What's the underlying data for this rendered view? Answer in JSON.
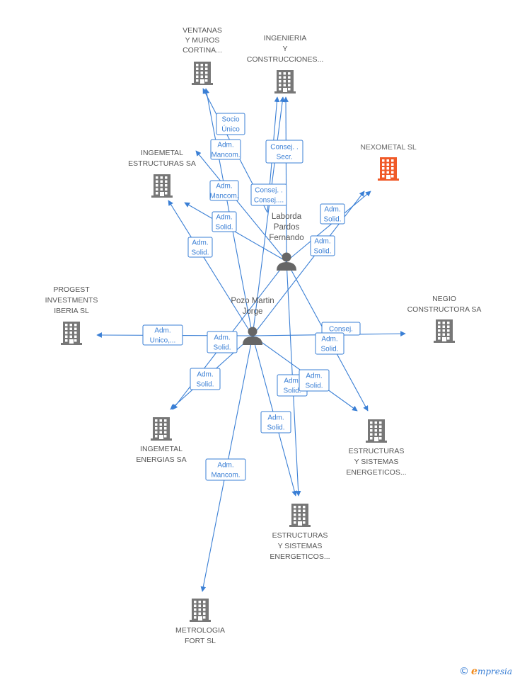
{
  "colors": {
    "edge": "#3a7fd5",
    "company": "#777777",
    "highlight": "#f05a28",
    "person": "#666666"
  },
  "companies": [
    {
      "id": "ventanas",
      "lines": [
        "VENTANAS",
        "Y MUROS",
        "CORTINA..."
      ],
      "icon": "building-icon",
      "highlight": false
    },
    {
      "id": "ingenieria",
      "lines": [
        "INGENIERIA",
        "Y",
        "CONSTRUCCIONES..."
      ],
      "icon": "building-icon",
      "highlight": false
    },
    {
      "id": "nexometal",
      "lines": [
        "NEXOMETAL SL"
      ],
      "icon": "building-icon",
      "highlight": true
    },
    {
      "id": "ingemetal_est",
      "lines": [
        "INGEMETAL",
        "ESTRUCTURAS SA"
      ],
      "icon": "building-icon",
      "highlight": false
    },
    {
      "id": "progest",
      "lines": [
        "PROGEST",
        "INVESTMENTS",
        "IBERIA SL"
      ],
      "icon": "building-icon",
      "highlight": false
    },
    {
      "id": "negio",
      "lines": [
        "NEGIO",
        "CONSTRUCTORA SA"
      ],
      "icon": "building-icon",
      "highlight": false
    },
    {
      "id": "ingemetal_ene",
      "lines": [
        "INGEMETAL",
        "ENERGIAS SA"
      ],
      "icon": "building-icon",
      "highlight": false
    },
    {
      "id": "estructuras_r",
      "lines": [
        "ESTRUCTURAS",
        "Y SISTEMAS",
        "ENERGETICOS..."
      ],
      "icon": "building-icon",
      "highlight": false
    },
    {
      "id": "estructuras_b",
      "lines": [
        "ESTRUCTURAS",
        "Y SISTEMAS",
        "ENERGETICOS..."
      ],
      "icon": "building-icon",
      "highlight": false
    },
    {
      "id": "metrologia",
      "lines": [
        "METROLOGIA",
        "FORT SL"
      ],
      "icon": "building-icon",
      "highlight": false
    }
  ],
  "people": [
    {
      "id": "laborda",
      "lines": [
        "Laborda",
        "Pardos",
        "Fernando"
      ],
      "icon": "person-icon"
    },
    {
      "id": "pozo",
      "lines": [
        "Pozo Martin",
        "Jorge"
      ],
      "icon": "person-icon"
    }
  ],
  "edge_labels": [
    {
      "id": "l1",
      "lines": [
        "Socio",
        "Único"
      ]
    },
    {
      "id": "l2",
      "lines": [
        "Adm.",
        "Mancom."
      ]
    },
    {
      "id": "l3",
      "lines": [
        "Consej. .",
        "Secr."
      ]
    },
    {
      "id": "l4",
      "lines": [
        "Adm.",
        "Mancom."
      ]
    },
    {
      "id": "l5",
      "lines": [
        "Consej. .",
        "Consej...."
      ]
    },
    {
      "id": "l6",
      "lines": [
        "Adm.",
        "Solid."
      ]
    },
    {
      "id": "l7",
      "lines": [
        "Adm.",
        "Solid."
      ]
    },
    {
      "id": "l8",
      "lines": [
        "Adm.",
        "Solid."
      ]
    },
    {
      "id": "l9",
      "lines": [
        "Adm.",
        "Solid."
      ]
    },
    {
      "id": "l10",
      "lines": [
        "Adm.",
        "Unico,..."
      ]
    },
    {
      "id": "l11",
      "lines": [
        "Adm.",
        "Solid."
      ]
    },
    {
      "id": "l12",
      "lines": [
        "Consej."
      ]
    },
    {
      "id": "l13",
      "lines": [
        "Adm.",
        "Solid."
      ]
    },
    {
      "id": "l14",
      "lines": [
        "Adm.",
        "Solid."
      ]
    },
    {
      "id": "l15",
      "lines": [
        "Adm.",
        "Solid."
      ]
    },
    {
      "id": "l16",
      "lines": [
        "Adm.",
        "Solid."
      ]
    },
    {
      "id": "l17",
      "lines": [
        "Adm.",
        "Solid."
      ]
    },
    {
      "id": "l18",
      "lines": [
        "Adm.",
        "Mancom."
      ]
    }
  ],
  "brand": {
    "copyright": "©",
    "name_initial": "e",
    "name_rest": "mpresia"
  }
}
